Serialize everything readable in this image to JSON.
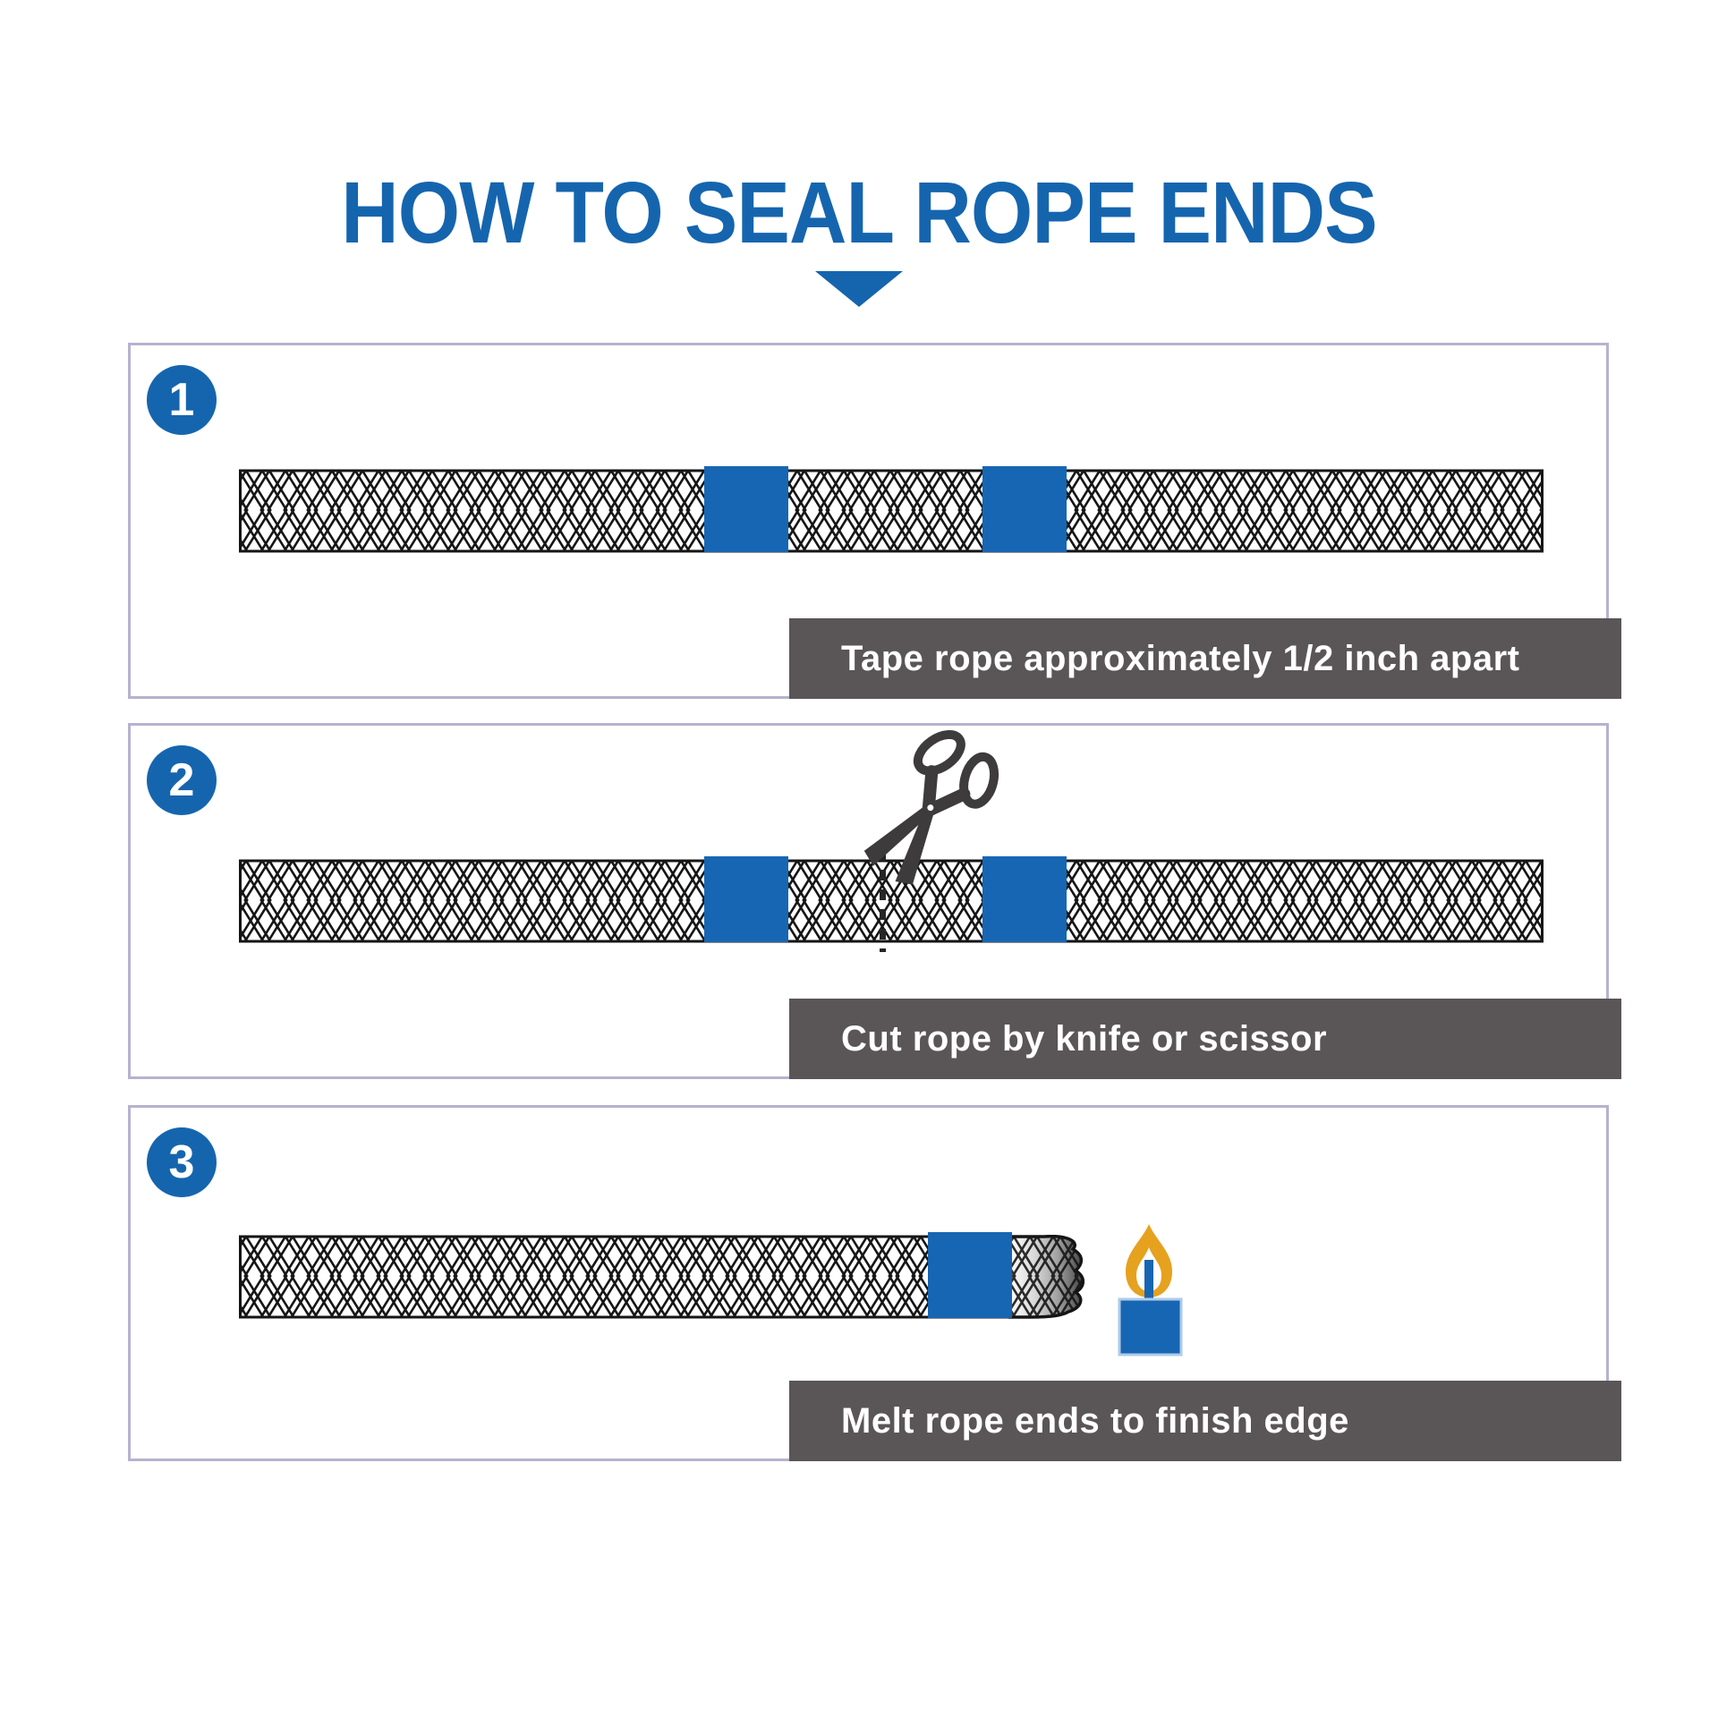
{
  "title": "HOW TO SEAL ROPE ENDS",
  "colors": {
    "accent_blue": "#1565ae",
    "tape_blue": "#1766b3",
    "caption_bg": "#5a5557",
    "caption_text": "#ffffff",
    "panel_border": "#b6b2d0",
    "scissors": "#3d3b3c",
    "flame_amber": "#e6a11f",
    "candle_border": "#aecbe8",
    "rope_stroke": "#151515"
  },
  "icons": {
    "title_pointer": "down-triangle-icon",
    "step_marker": "numbered-circle-badge",
    "cut_tool": "scissors-icon",
    "heat_source": "candle-flame-icon"
  },
  "steps": [
    {
      "number": "1",
      "caption": "Tape rope approximately 1/2 inch apart",
      "tape_marks": 2
    },
    {
      "number": "2",
      "caption": "Cut rope by knife or scissor",
      "tape_marks": 2
    },
    {
      "number": "3",
      "caption": "Melt rope ends to finish edge",
      "tape_marks": 1
    }
  ]
}
